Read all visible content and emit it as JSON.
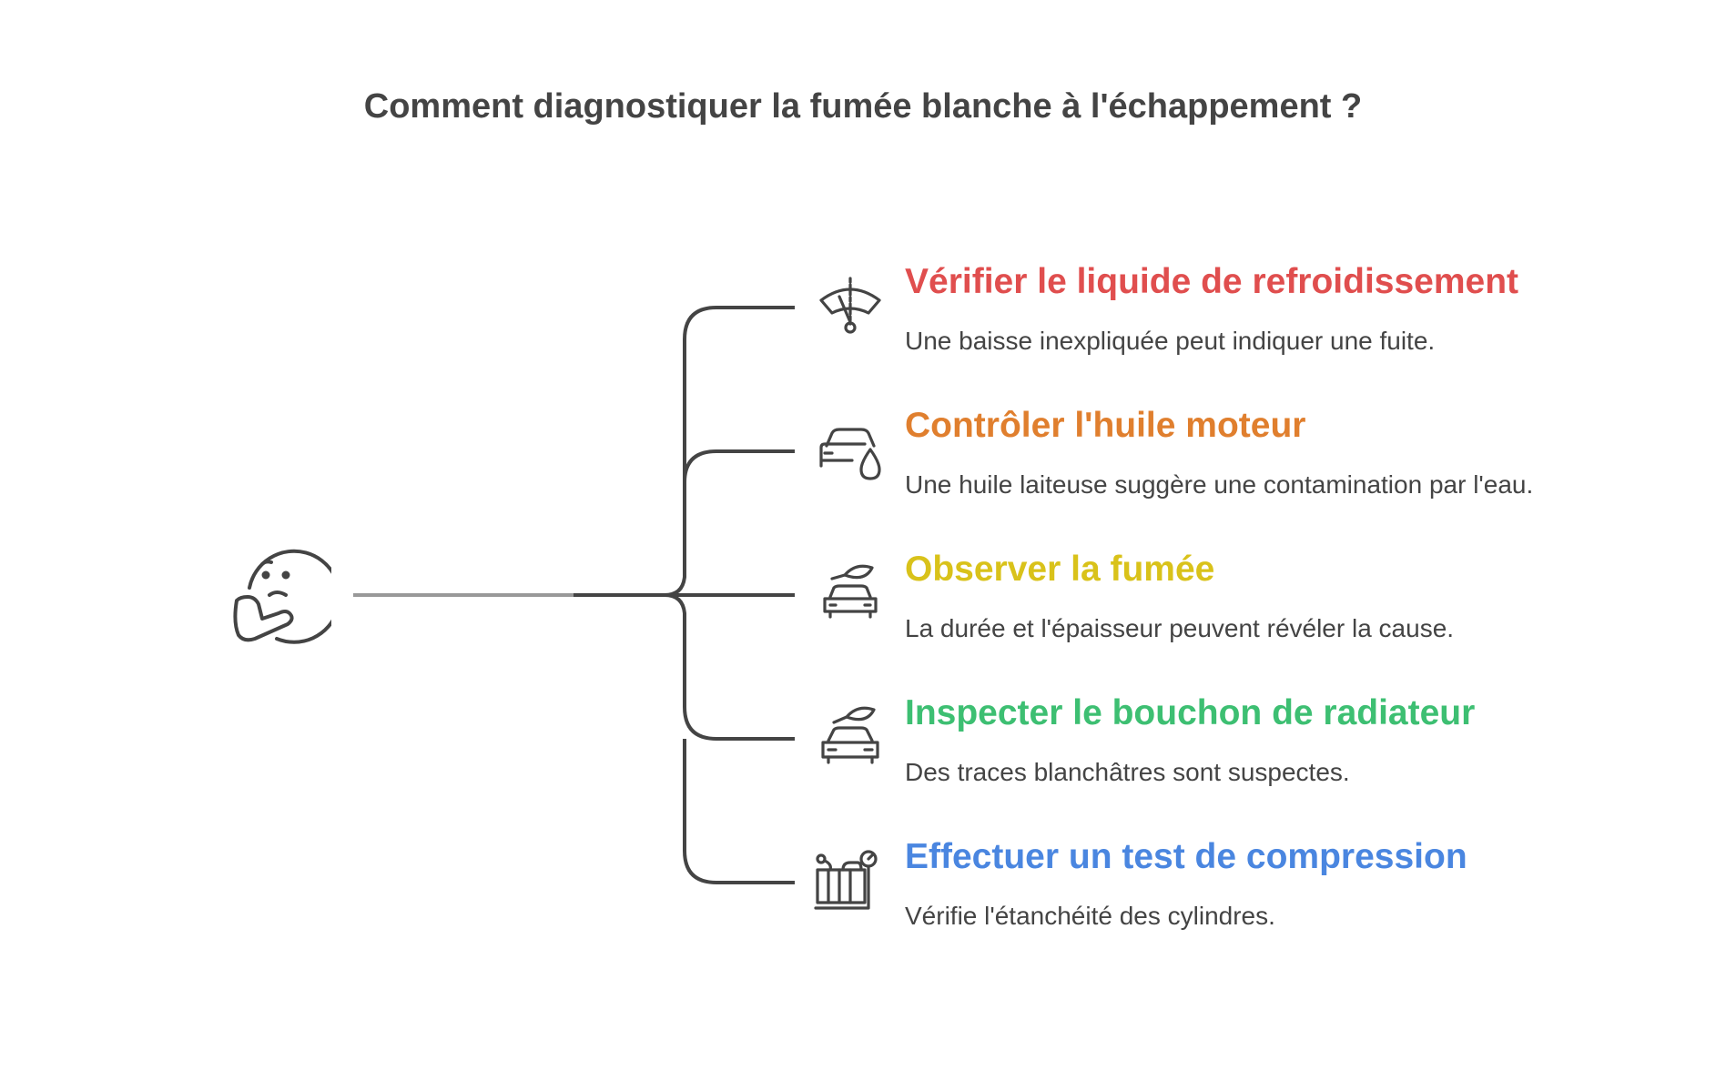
{
  "title": "Comment diagnostiquer la fumée blanche à l'échappement ?",
  "center_icon": "thinking-face-icon",
  "items": [
    {
      "title": "Vérifier le liquide de refroidissement",
      "description": "Une baisse inexpliquée peut indiquer une fuite.",
      "color": "#E04E4E",
      "icon": "windshield-wiper-icon"
    },
    {
      "title": "Contrôler l'huile moteur",
      "description": "Une huile laiteuse suggère une contamination par l'eau.",
      "color": "#E07F2E",
      "icon": "car-oil-drop-icon"
    },
    {
      "title": "Observer la fumée",
      "description": "La durée et l'épaisseur peuvent révéler la cause.",
      "color": "#D9C21A",
      "icon": "car-leaf-icon"
    },
    {
      "title": "Inspecter le bouchon de radiateur",
      "description": "Des traces blanchâtres sont suspectes.",
      "color": "#3DBF72",
      "icon": "car-leaf-large-icon"
    },
    {
      "title": "Effectuer un test de compression",
      "description": "Vérifie l'étanchéité des cylindres.",
      "color": "#4A86E0",
      "icon": "engine-gauge-icon"
    }
  ]
}
